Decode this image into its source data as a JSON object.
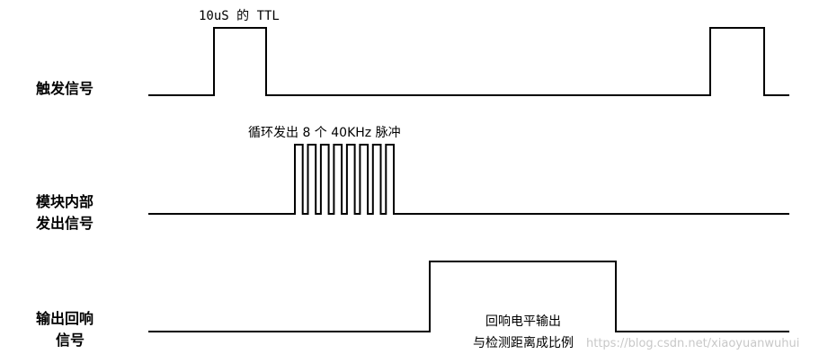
{
  "signals": {
    "trigger": {
      "label": "触发信号"
    },
    "module": {
      "label_line1": "模块内部",
      "label_line2": "发出信号"
    },
    "echo": {
      "label_line1": "输出回响",
      "label_line2": "信号"
    }
  },
  "annotations": {
    "ttl": "10uS 的 TTL",
    "burst": "循环发出 8 个 40KHz 脉冲",
    "echo_line1": "回响电平输出",
    "echo_line2": "与检测距离成比例"
  },
  "watermark": "https://blog.csdn.net/xiaoyuanwuhui",
  "burst_pulse_count": 8
}
